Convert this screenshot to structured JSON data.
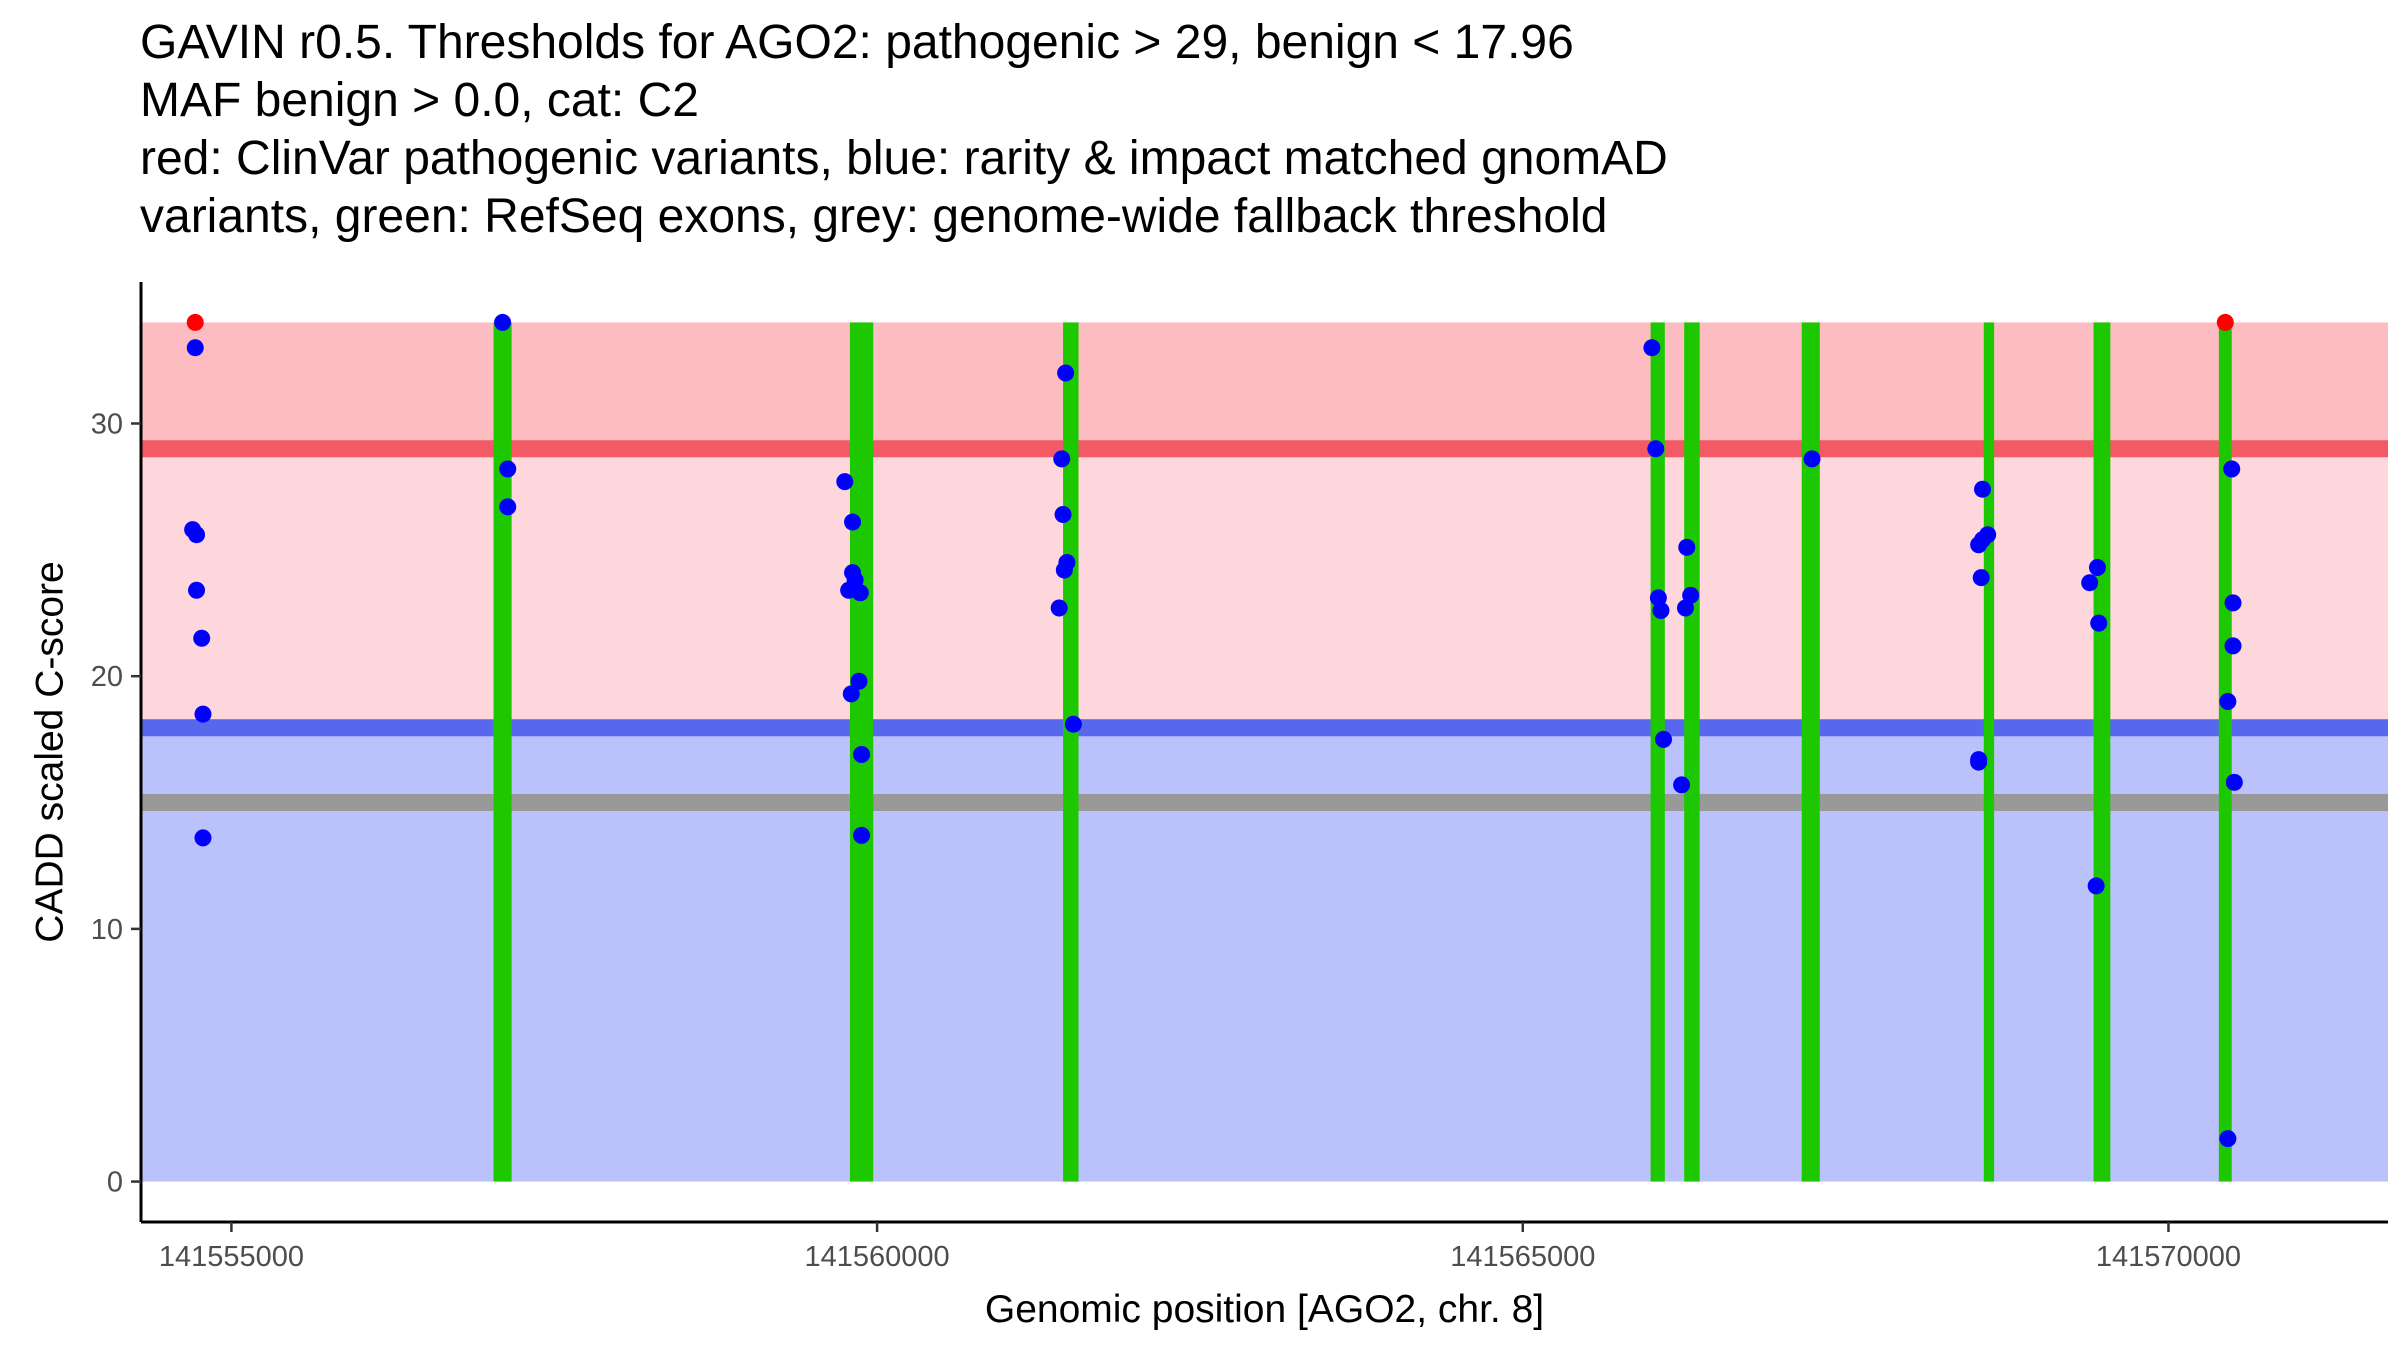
{
  "chart_data": {
    "type": "scatter",
    "title_lines": [
      "GAVIN r0.5. Thresholds for AGO2: pathogenic > 29, benign < 17.96",
      "MAF benign > 0.0, cat: C2",
      "red: ClinVar pathogenic variants, blue: rarity & impact matched gnomAD",
      "variants, green: RefSeq exons, grey: genome-wide fallback threshold"
    ],
    "xlabel": "Genomic position [AGO2, chr. 8]",
    "ylabel": "CADD scaled C-score",
    "xlim": [
      141554300,
      141571700
    ],
    "ylim": [
      -1.6,
      35.6
    ],
    "x_ticks": [
      141555000,
      141560000,
      141565000,
      141570000
    ],
    "y_ticks": [
      0,
      10,
      20,
      30
    ],
    "grid": false,
    "thresholds": {
      "pathogenic": 29,
      "benign": 17.96,
      "genome_wide_fallback": 15
    },
    "bands": [
      {
        "name": "pathogenic-region",
        "y0": 29,
        "y1": 34,
        "color": "#fcbcc1"
      },
      {
        "name": "uncertain-region",
        "y0": 17.96,
        "y1": 29,
        "color": "#fdd7dc"
      },
      {
        "name": "benign-region",
        "y0": 0,
        "y1": 17.96,
        "color": "#bbc1fb"
      }
    ],
    "threshold_lines": [
      {
        "name": "pathogenic-threshold",
        "y": 29,
        "color": "#f25a66"
      },
      {
        "name": "benign-threshold",
        "y": 17.96,
        "color": "#5767ee"
      },
      {
        "name": "fallback-threshold",
        "y": 15,
        "color": "#999999"
      }
    ],
    "exons": {
      "color": "#1ec800",
      "y0": 0,
      "y1": 34,
      "ranges": [
        [
          141557030,
          141557170
        ],
        [
          141559790,
          141559970
        ],
        [
          141561440,
          141561560
        ],
        [
          141565990,
          141566100
        ],
        [
          141566250,
          141566370
        ],
        [
          141567160,
          141567300
        ],
        [
          141568570,
          141568650
        ],
        [
          141569420,
          141569550
        ],
        [
          141570390,
          141570490
        ]
      ]
    },
    "series": [
      {
        "name": "ClinVar pathogenic variants",
        "color": "#ff0000",
        "points": [
          [
            141554720,
            34
          ],
          [
            141570440,
            34
          ]
        ]
      },
      {
        "name": "rarity & impact matched gnomAD variants",
        "color": "#0000ff",
        "points": [
          [
            141554720,
            33
          ],
          [
            141554700,
            25.8
          ],
          [
            141554730,
            25.6
          ],
          [
            141554730,
            23.4
          ],
          [
            141554770,
            21.5
          ],
          [
            141554780,
            18.5
          ],
          [
            141554780,
            13.6
          ],
          [
            141557100,
            34
          ],
          [
            141557140,
            28.2
          ],
          [
            141557140,
            26.7
          ],
          [
            141559750,
            27.7
          ],
          [
            141559810,
            26.1
          ],
          [
            141559810,
            24.1
          ],
          [
            141559830,
            23.8
          ],
          [
            141559780,
            23.4
          ],
          [
            141559870,
            23.3
          ],
          [
            141559800,
            19.3
          ],
          [
            141559860,
            19.8
          ],
          [
            141559880,
            16.9
          ],
          [
            141559880,
            13.7
          ],
          [
            141561460,
            32
          ],
          [
            141561430,
            28.6
          ],
          [
            141561440,
            26.4
          ],
          [
            141561470,
            24.5
          ],
          [
            141561450,
            24.2
          ],
          [
            141561410,
            22.7
          ],
          [
            141561520,
            18.1
          ],
          [
            141566000,
            33
          ],
          [
            141566030,
            29
          ],
          [
            141566050,
            23.1
          ],
          [
            141566070,
            22.6
          ],
          [
            141566090,
            17.5
          ],
          [
            141566270,
            25.1
          ],
          [
            141566300,
            23.2
          ],
          [
            141566260,
            22.7
          ],
          [
            141566230,
            15.7
          ],
          [
            141567240,
            28.6
          ],
          [
            141568560,
            27.4
          ],
          [
            141568600,
            25.6
          ],
          [
            141568560,
            25.4
          ],
          [
            141568530,
            25.2
          ],
          [
            141568550,
            23.9
          ],
          [
            141568530,
            16.7
          ],
          [
            141568530,
            16.6
          ],
          [
            141569390,
            23.7
          ],
          [
            141569450,
            24.3
          ],
          [
            141569460,
            22.1
          ],
          [
            141569440,
            11.7
          ],
          [
            141570490,
            28.2
          ],
          [
            141570500,
            22.9
          ],
          [
            141570500,
            21.2
          ],
          [
            141570460,
            19
          ],
          [
            141570510,
            15.8
          ],
          [
            141570460,
            1.7
          ]
        ]
      }
    ]
  }
}
